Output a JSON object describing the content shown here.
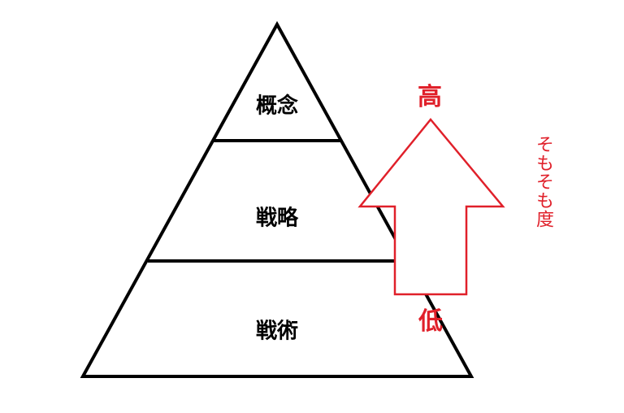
{
  "pyramid": {
    "tiers": [
      {
        "label": "概念"
      },
      {
        "label": "戦略"
      },
      {
        "label": "戦術"
      }
    ]
  },
  "arrow": {
    "top_label": "高",
    "bottom_label": "低",
    "axis_label": "そもそも度",
    "color": "#e0202a"
  }
}
